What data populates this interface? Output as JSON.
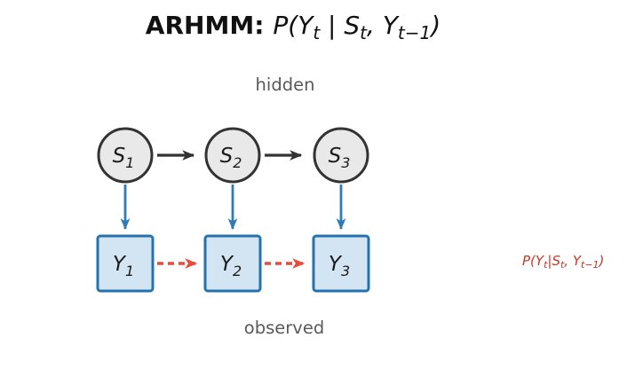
{
  "title": {
    "bold": "ARHMM:",
    "math": [
      {
        "t": "P(Y"
      },
      {
        "t": "t",
        "sub": true
      },
      {
        "t": " | S"
      },
      {
        "t": "t",
        "sub": true
      },
      {
        "t": ", Y"
      },
      {
        "t": "t−1",
        "sub": true
      },
      {
        "t": ")"
      }
    ]
  },
  "labels": {
    "hidden": "hidden",
    "observed": "observed"
  },
  "nodes": {
    "hidden": [
      {
        "main": "S",
        "sub": "1"
      },
      {
        "main": "S",
        "sub": "2"
      },
      {
        "main": "S",
        "sub": "3"
      }
    ],
    "observed": [
      {
        "main": "Y",
        "sub": "1"
      },
      {
        "main": "Y",
        "sub": "2"
      },
      {
        "main": "Y",
        "sub": "3"
      }
    ]
  },
  "side_formula": {
    "parts": [
      {
        "t": "P(Y"
      },
      {
        "t": "t",
        "sub": true
      },
      {
        "t": "|S"
      },
      {
        "t": "t",
        "sub": true
      },
      {
        "t": ", Y"
      },
      {
        "t": "t−1",
        "sub": true
      },
      {
        "t": ")"
      }
    ]
  },
  "colors": {
    "circle_fill": "#e9e9e9",
    "circle_stroke": "#333333",
    "square_fill": "#d3e5f2",
    "square_stroke": "#2473ae",
    "transition_arrow": "#333333",
    "emission_arrow": "#2f7bb6",
    "autoregressive_arrow": "#e74c3c",
    "side_formula_text": "#c0392b",
    "section_label_text": "#595959",
    "title_text": "#111111"
  }
}
